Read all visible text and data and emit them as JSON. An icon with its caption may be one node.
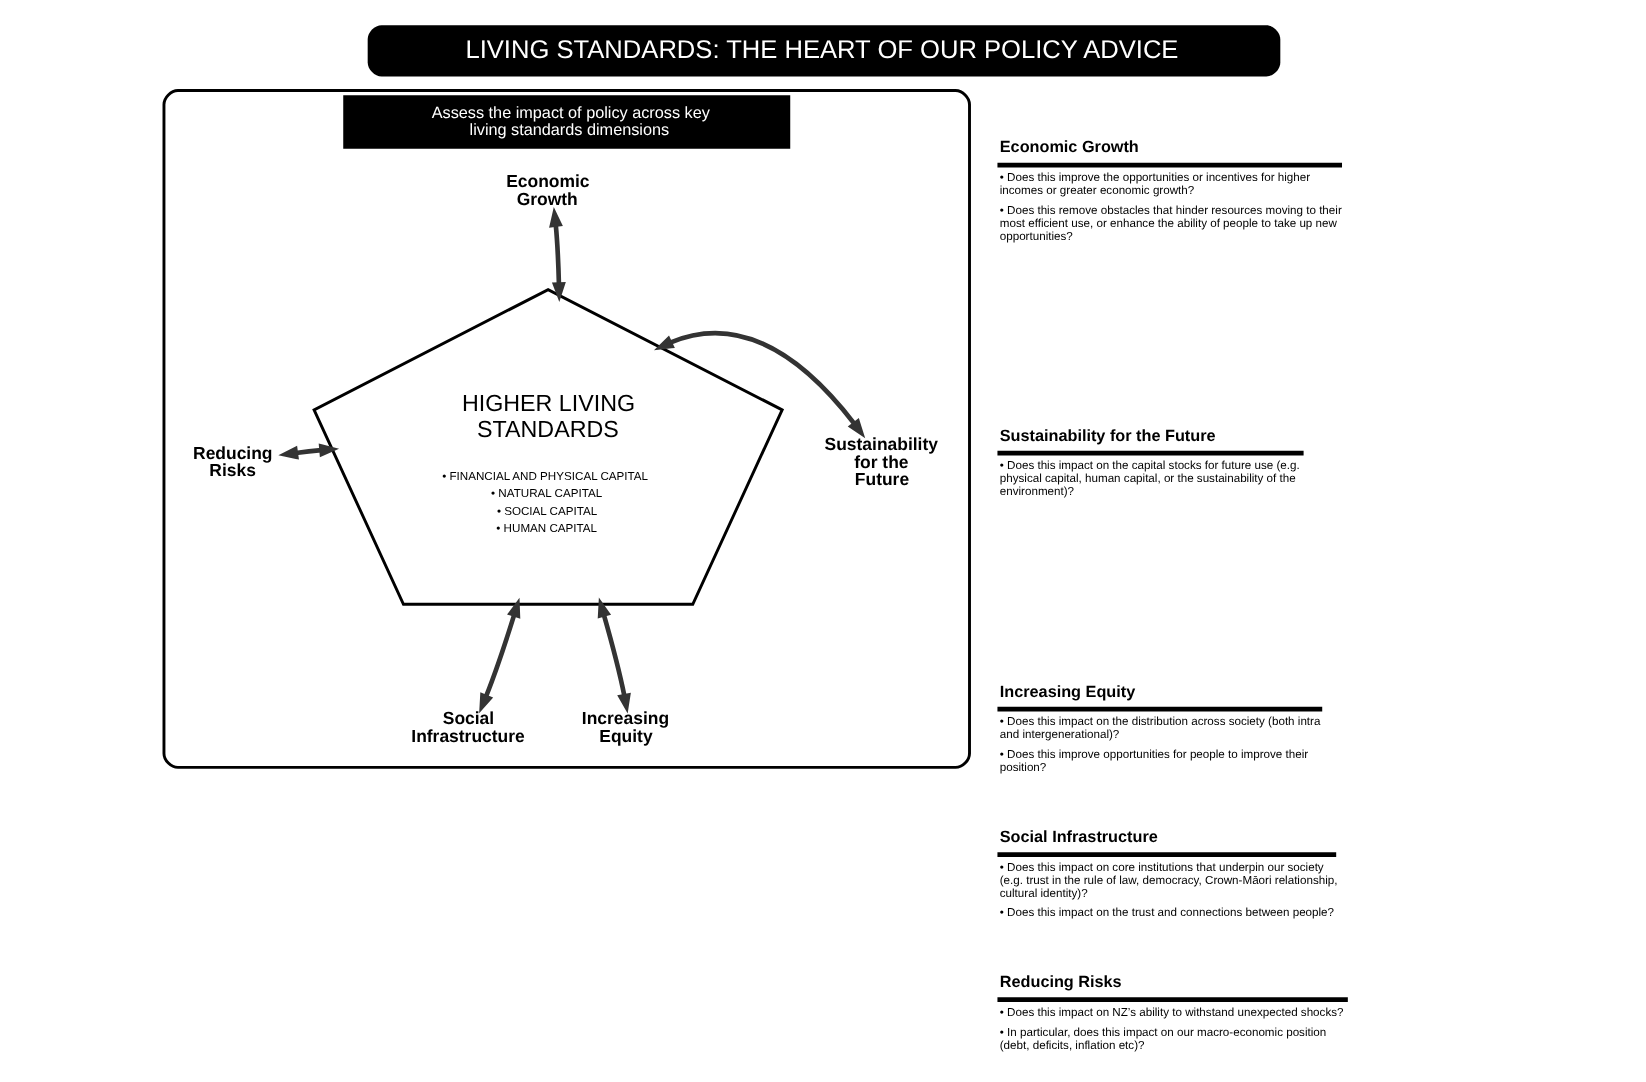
{
  "diagram": {
    "title": "LIVING STANDARDS: THE HEART OF OUR POLICY ADVICE",
    "nodes": [
      {
        "text": [
          "Assess the impact of policy across key living standards dimensions"
        ]
      },
      {
        "text": [
          "HIGHER LIVING STANDARDS",
          "• FINANCIAL AND PHYSICAL CAPITAL",
          "• NATURAL CAPITAL",
          "• SOCIAL CAPITAL",
          "• HUMAN CAPITAL"
        ],
        "in": 0
      },
      {
        "text": [
          "Economic Growth"
        ],
        "in": 0
      },
      {
        "text": [
          "Reducing Risks"
        ],
        "in": 0
      },
      {
        "text": [
          "Sustainability for the Future"
        ],
        "in": 0
      },
      {
        "text": [
          "Social Infrastructure"
        ],
        "in": 0
      },
      {
        "text": [
          "Increasing Equity"
        ],
        "in": 0
      },
      {
        "text": [
          "Economic Growth",
          "• Does this improve the opportunities or incentives for higher incomes or greater economic growth?",
          "• Does this remove obstacles that hinder resources moving to their most efficient use, or enhance the ability of people to take up new opportunities?"
        ]
      },
      {
        "text": [
          "Sustainability for the Future",
          "• Does this impact on the capital stocks for future use (e.g. physical capital, human capital, or the sustainability of the environment)?"
        ]
      },
      {
        "text": [
          "Increasing Equity",
          "• Does this impact on the distribution across society (both intra and intergenerational)?",
          "• Does this improve opportunities for people to improve their position?"
        ]
      },
      {
        "text": [
          "Social Infrastructure",
          "• Does this impact on core institutions that underpin our society (e.g. trust in the rule of law, democracy, Crown-Māori relationship, cultural identity)?",
          "• Does this impact on the trust and connections between people?"
        ]
      },
      {
        "text": [
          "Reducing Risks",
          "• Does this impact on NZ’s ability to withstand unexpected shocks?",
          "• In particular, does this impact on our macro-economic position (debt, deficits, inflation etc)?"
        ]
      }
    ],
    "edges": [
      {
        "from": 1,
        "to": 2,
        "arrow": "both"
      },
      {
        "from": 1,
        "to": 3,
        "arrow": "both"
      },
      {
        "from": 1,
        "to": 4,
        "arrow": "both"
      },
      {
        "from": 1,
        "to": 5,
        "arrow": "both"
      },
      {
        "from": 1,
        "to": 6,
        "arrow": "both"
      }
    ]
  }
}
